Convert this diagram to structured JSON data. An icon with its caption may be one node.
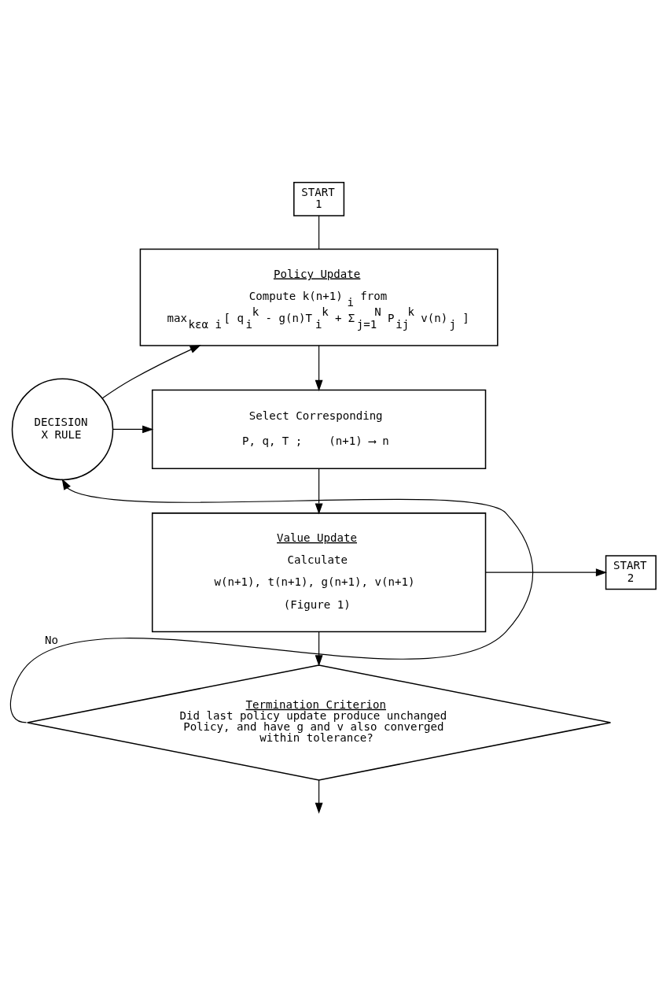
{
  "diagram": {
    "nodes": [
      {
        "text": [
          "START 1"
        ]
      },
      {
        "text": [
          "Policy Update",
          "Compute k(n+1)$_{i}$ from",
          "max$_{kεα i}$ [ q$_{i}$$^{k}$ - g(n)T$_{i}$$^{k}$ + Σ$_{j=1}$$^{N}$ P$_{ij}$$^{k}$ v(n)$_{j}$ ]"
        ]
      },
      {
        "text": [
          "DECISION X RULE"
        ]
      },
      {
        "text": [
          "Select Corresponding",
          "P, q, T ;    (n+1) ⟶ n"
        ]
      },
      {
        "text": [
          "START 2"
        ]
      },
      {
        "text": [
          "Value Update",
          "Calculate",
          "w(n+1), t(n+1), g(n+1), v(n+1)",
          "(Figure 1)"
        ]
      },
      {
        "text": [
          "Termination Criterion",
          "Did last policy update produce unchanged Policy, and have g and v also converged within tolerance?"
        ]
      }
    ],
    "edges": [
      {
        "from": 0,
        "to": 1,
        "arrow": "none"
      },
      {
        "from": 1,
        "to": 3,
        "arrow": "to"
      },
      {
        "from": 3,
        "to": 5,
        "arrow": "to"
      },
      {
        "from": 5,
        "to": 4,
        "arrow": "to"
      },
      {
        "from": 5,
        "to": 6,
        "arrow": "to"
      },
      {
        "from": 6,
        "to": null,
        "arrow": "to"
      },
      {
        "from": 6,
        "to": 2,
        "arrow": "to",
        "label": "No"
      },
      {
        "from": 2,
        "to": 1,
        "arrow": "to"
      },
      {
        "from": 2,
        "to": 3,
        "arrow": "to"
      }
    ]
  }
}
